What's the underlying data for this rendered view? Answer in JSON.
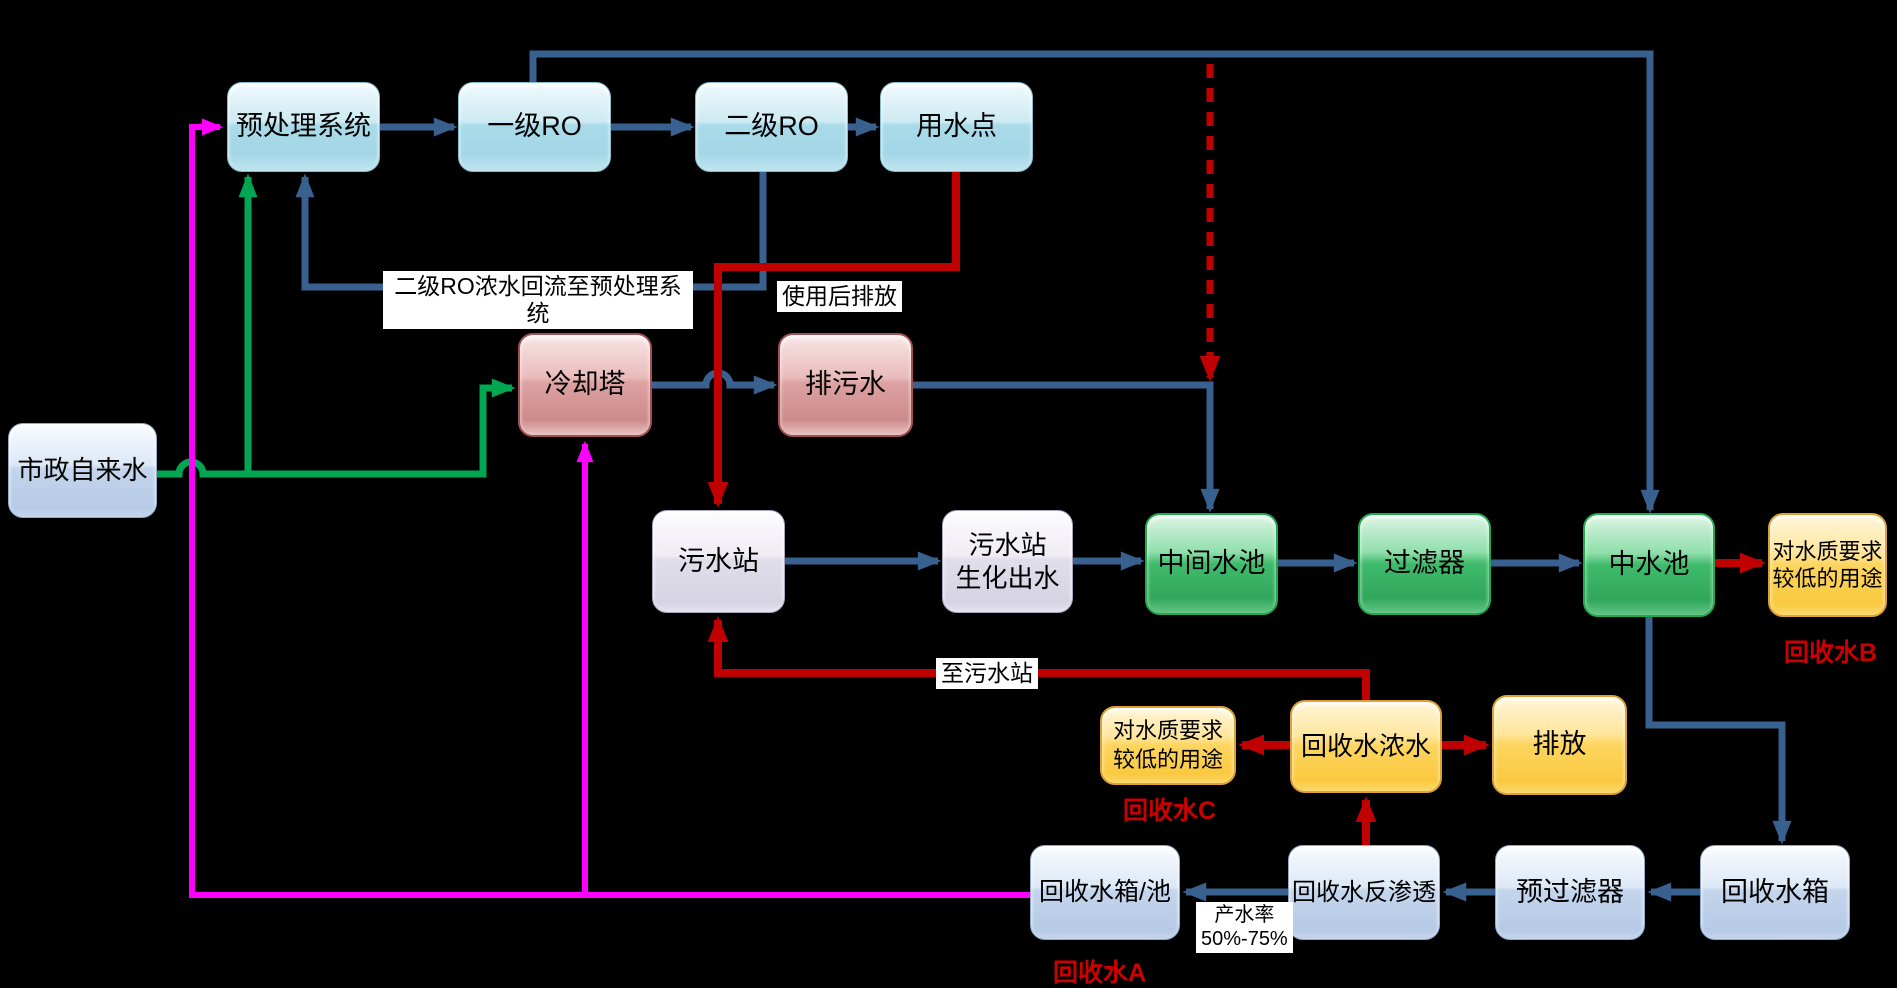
{
  "diagram": {
    "nodes": {
      "pretreatment": {
        "label": "预处理系统"
      },
      "ro1": {
        "label": "一级RO"
      },
      "ro2": {
        "label": "二级RO"
      },
      "use_point": {
        "label": "用水点"
      },
      "municipal": {
        "label": "市政自来水"
      },
      "cooling_tower": {
        "label": "冷却塔"
      },
      "blowdown": {
        "label": "排污水"
      },
      "sewage_station": {
        "label": "污水站"
      },
      "bio_effluent": {
        "label": "污水站\n生化出水"
      },
      "intermediate_pool": {
        "label": "中间水池"
      },
      "filter": {
        "label": "过滤器"
      },
      "reclaimed_pool": {
        "label": "中水池"
      },
      "low_use_b": {
        "label": "对水质要求\n较低的用途"
      },
      "low_use_c": {
        "label": "对水质要求\n较低的用途"
      },
      "concentrate": {
        "label": "回收水浓水"
      },
      "discharge": {
        "label": "排放"
      },
      "recycle_tank_pool": {
        "label": "回收水箱/池"
      },
      "recycle_ro": {
        "label": "回收水反渗透"
      },
      "prefilter": {
        "label": "预过滤器"
      },
      "recycle_tank": {
        "label": "回收水箱"
      }
    },
    "edge_labels": {
      "ro2_return": "二级RO浓水回流至预处理系统",
      "after_use": "使用后排放",
      "to_sewage": "至污水站",
      "yield": "产水率\n50%-75%"
    },
    "captions": {
      "a": "回收水A",
      "b": "回收水B",
      "c": "回收水C"
    },
    "colors": {
      "blue_line": "#38618f",
      "red_line": "#c00000",
      "green_line": "#00a651",
      "magenta_line": "#ff00ff",
      "caption_red": "#cc0000"
    }
  }
}
